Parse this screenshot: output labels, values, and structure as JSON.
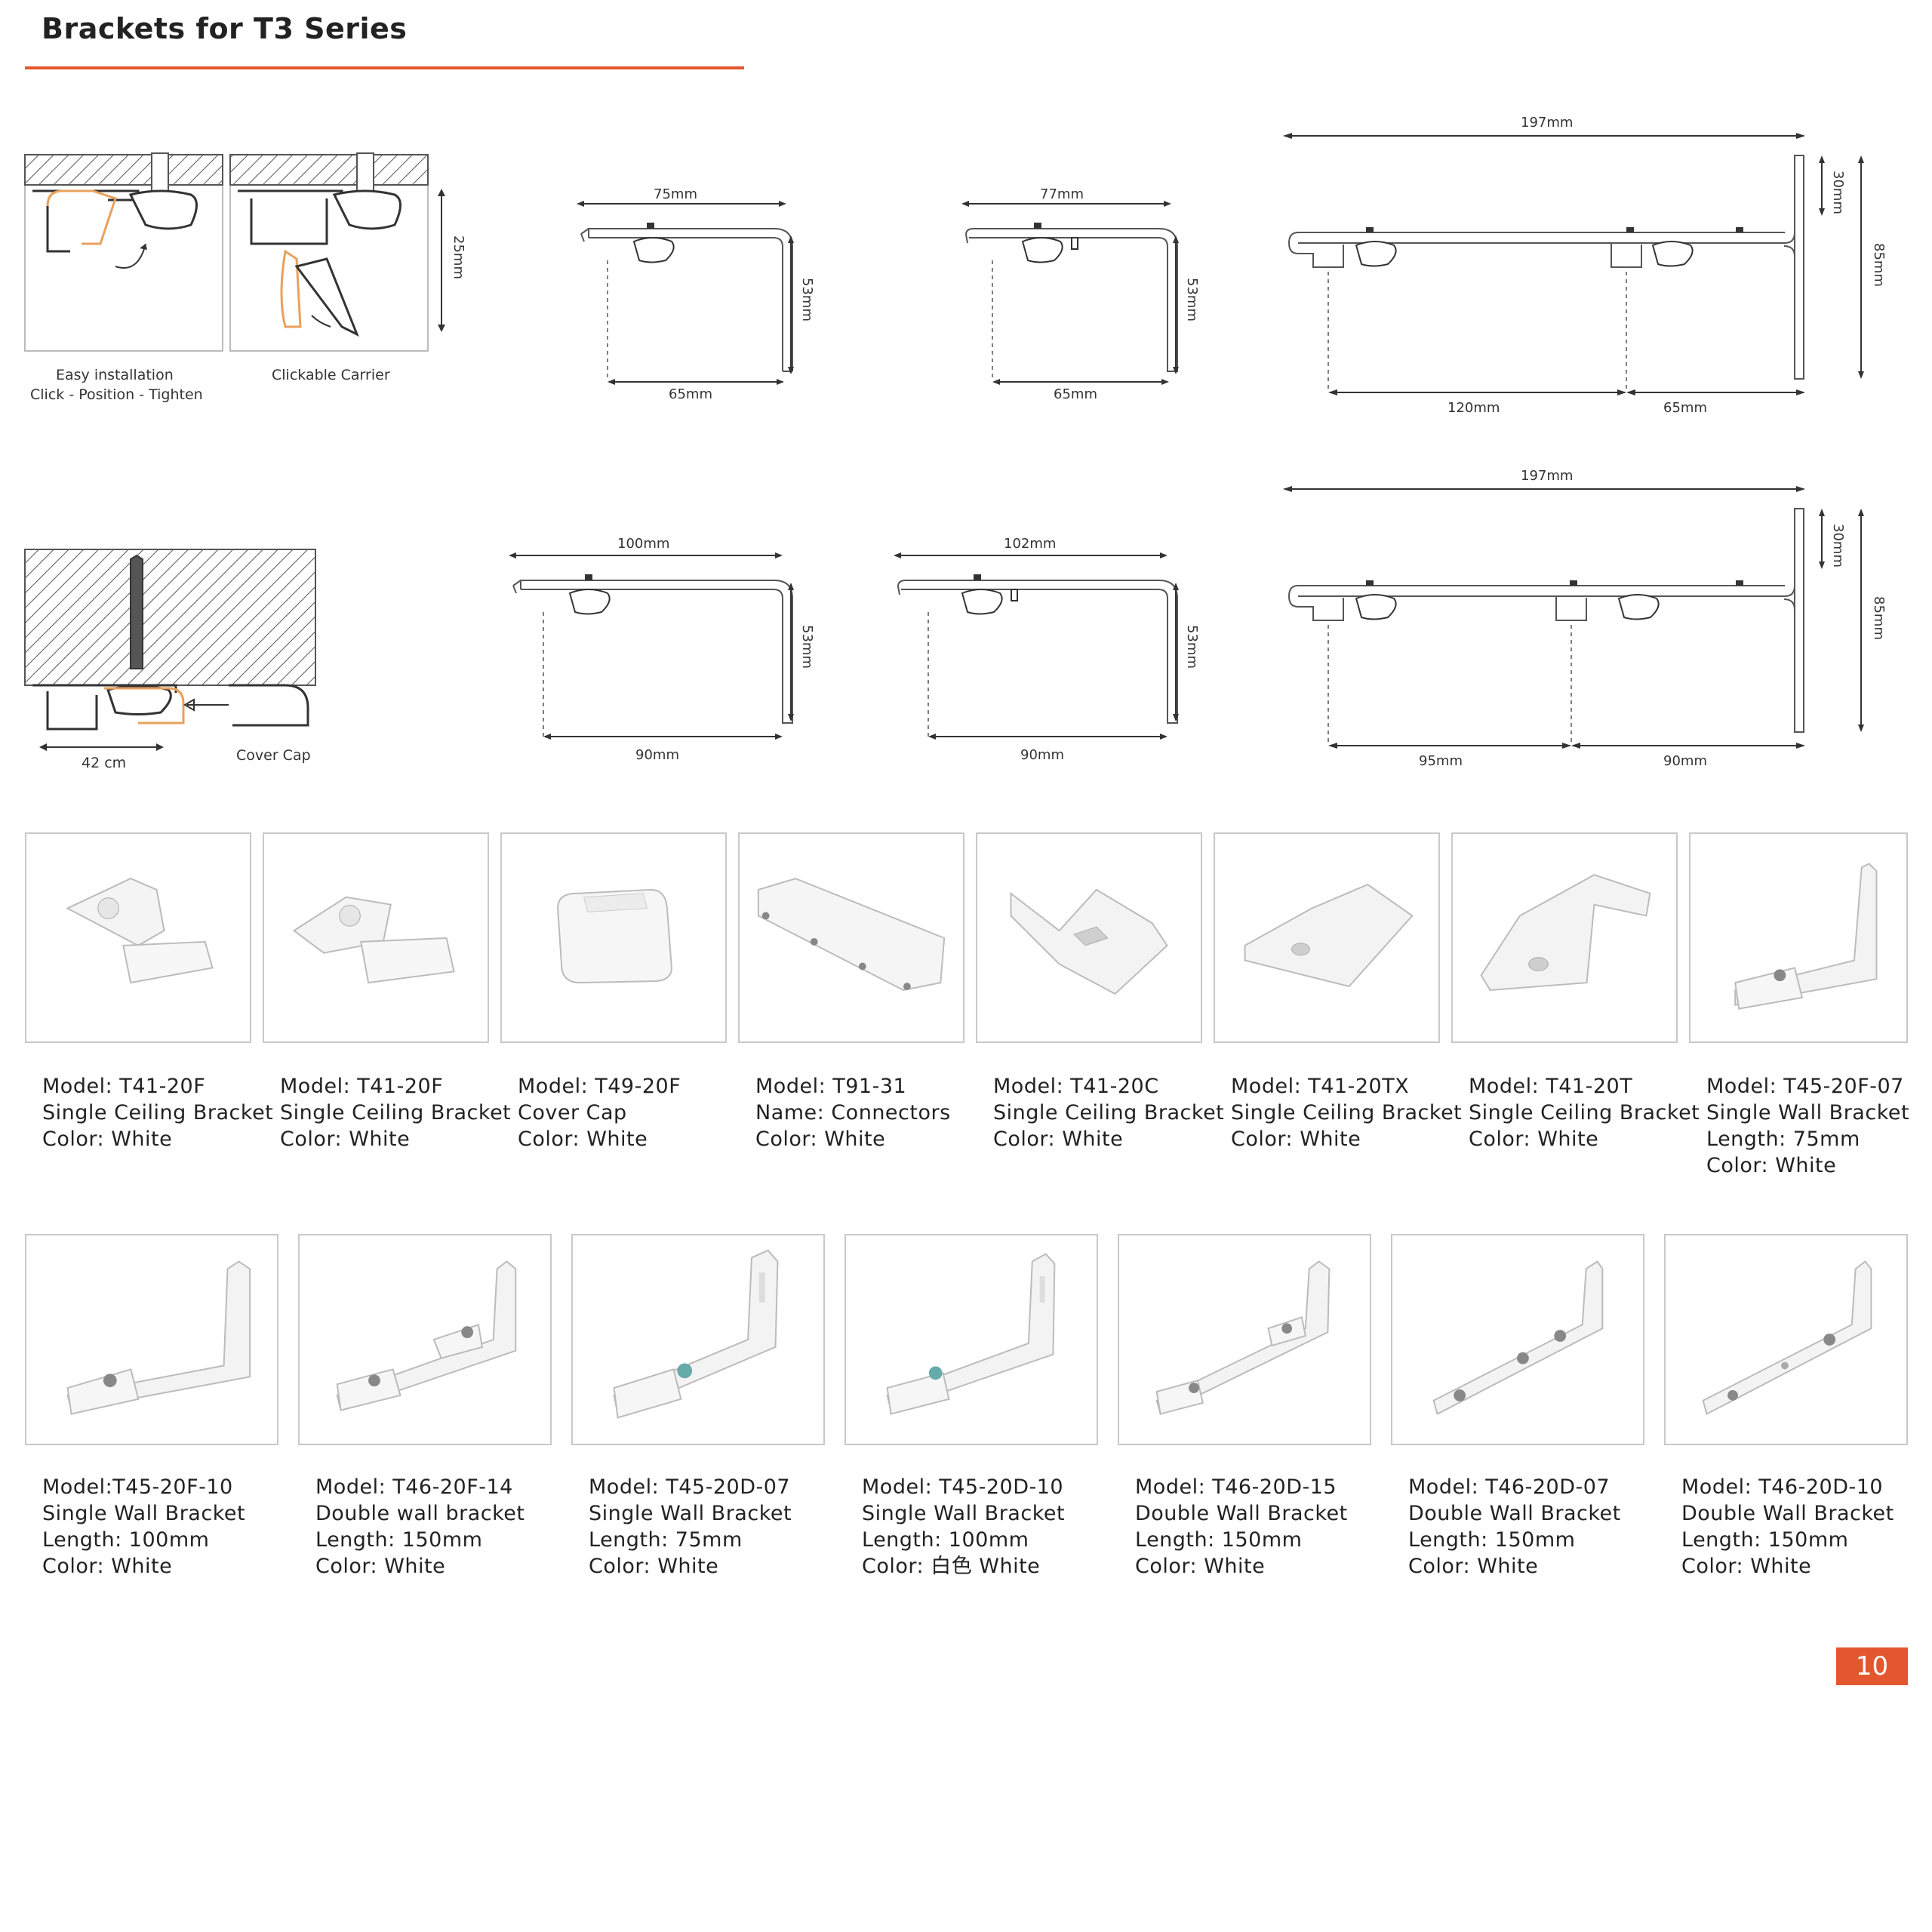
{
  "header": {
    "title": "Brackets for T3 Series"
  },
  "install": {
    "caption_easy_line1": "Easy installation",
    "caption_easy_line2": "Click - Position - Tighten",
    "caption_clickable": "Clickable Carrier",
    "dim_25": "25mm",
    "dim_42": "42 cm",
    "caption_cover": "Cover Cap"
  },
  "drawings": {
    "row1": {
      "a_top": "75mm",
      "a_bottom": "65mm",
      "a_side": "53mm",
      "b_top": "77mm",
      "b_bottom": "65mm",
      "b_side": "53mm",
      "c_top": "197mm",
      "c_bottom_left": "120mm",
      "c_bottom_right": "65mm",
      "c_side_small": "30mm",
      "c_side_large": "85mm"
    },
    "row2": {
      "a_top": "100mm",
      "a_bottom": "90mm",
      "a_side": "53mm",
      "b_top": "102mm",
      "b_bottom": "90mm",
      "b_side": "53mm",
      "c_top": "197mm",
      "c_bottom_left": "95mm",
      "c_bottom_right": "90mm",
      "c_side_small": "30mm",
      "c_side_large": "85mm"
    }
  },
  "products_row1": [
    {
      "lines": [
        "Model: T41-20F",
        "Single Ceiling Bracket",
        "Color: White"
      ],
      "icon": "ceiling-clip-icon"
    },
    {
      "lines": [
        "Model: T41-20F",
        "Single Ceiling Bracket",
        "Color: White"
      ],
      "icon": "ceiling-clip-icon"
    },
    {
      "lines": [
        "Model: T49-20F",
        "Cover Cap",
        "Color: White"
      ],
      "icon": "cover-cap-icon"
    },
    {
      "lines": [
        "Model: T91-31",
        "Name: Connectors",
        "Color: White"
      ],
      "icon": "connector-plate-icon"
    },
    {
      "lines": [
        "Model: T41-20C",
        "Single Ceiling Bracket",
        "Color: White"
      ],
      "icon": "ceiling-plate-icon"
    },
    {
      "lines": [
        "Model: T41-20TX",
        "Single Ceiling Bracket",
        "Color: White"
      ],
      "icon": "ceiling-plate-icon"
    },
    {
      "lines": [
        "Model: T41-20T",
        "Single Ceiling Bracket",
        "Color: White"
      ],
      "icon": "ceiling-plate-icon"
    },
    {
      "lines": [
        "Model: T45-20F-07",
        "Single Wall Bracket",
        "Length: 75mm",
        "Color: White"
      ],
      "icon": "wall-bracket-icon"
    }
  ],
  "products_row2": [
    {
      "lines": [
        "Model:T45-20F-10",
        "Single Wall Bracket",
        "Length: 100mm",
        "Color: White"
      ],
      "icon": "wall-bracket-icon"
    },
    {
      "lines": [
        "Model: T46-20F-14",
        "Double wall bracket",
        "Length: 150mm",
        "Color: White"
      ],
      "icon": "double-wall-bracket-icon"
    },
    {
      "lines": [
        "Model: T45-20D-07",
        "Single Wall Bracket",
        "Length: 75mm",
        "Color: White"
      ],
      "icon": "wall-bracket-icon"
    },
    {
      "lines": [
        "Model: T45-20D-10",
        "Single Wall Bracket",
        "Length: 100mm",
        "Color: 白色 White"
      ],
      "icon": "wall-bracket-icon"
    },
    {
      "lines": [
        "Model: T46-20D-15",
        "Double Wall Bracket",
        "Length: 150mm",
        "Color: White"
      ],
      "icon": "double-wall-bracket-icon"
    },
    {
      "lines": [
        "Model: T46-20D-07",
        "Double Wall Bracket",
        "Length: 150mm",
        "Color: White"
      ],
      "icon": "double-wall-bracket-icon"
    },
    {
      "lines": [
        "Model: T46-20D-10",
        "Double Wall Bracket",
        "Length: 150mm",
        "Color: White"
      ],
      "icon": "double-wall-bracket-icon"
    }
  ],
  "footer": {
    "page_number": "10"
  },
  "colors": {
    "accent": "#e4572e",
    "line": "#444444",
    "frame": "#c9c9c9"
  }
}
